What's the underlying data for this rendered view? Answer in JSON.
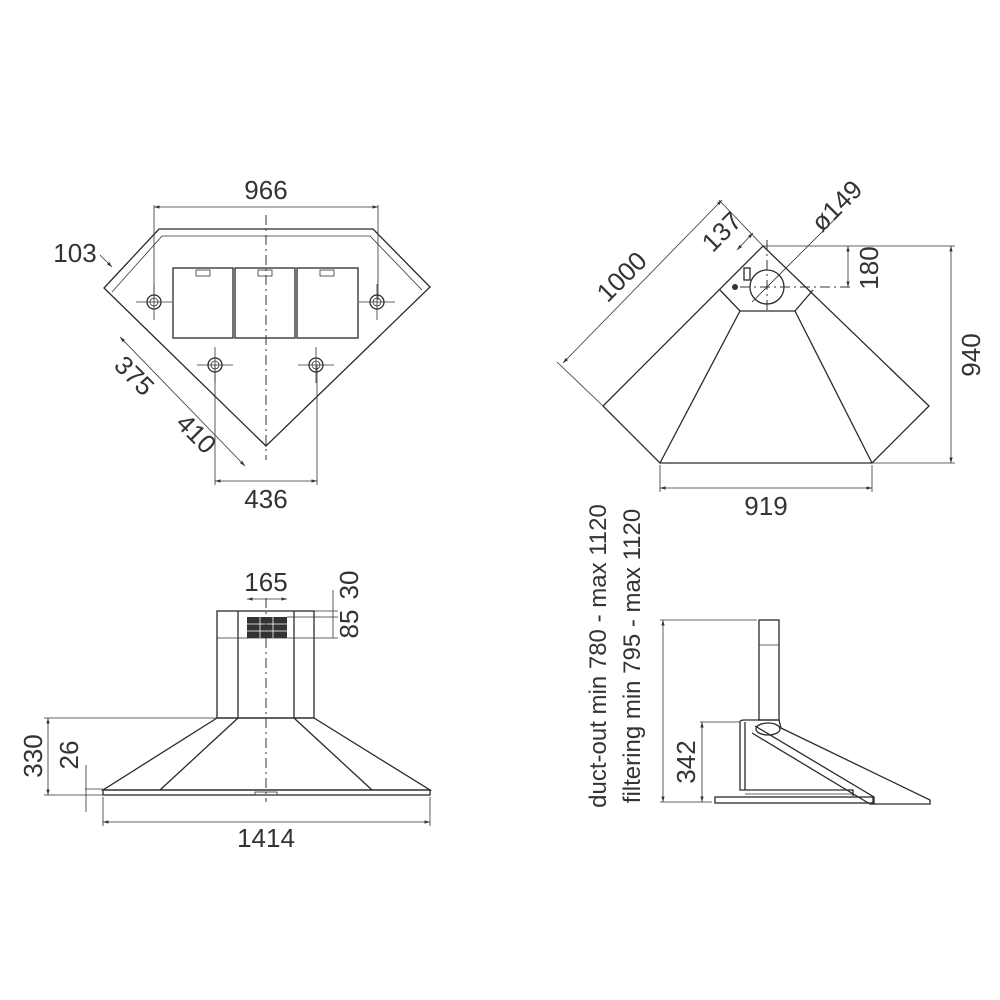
{
  "top_view_left": {
    "width_total": "966",
    "side_offset": "103",
    "hole_distance": "375",
    "apex_distance": "410",
    "bottom_width": "436"
  },
  "top_view_right": {
    "side_length": "1000",
    "outlet_offset": "137",
    "outlet_diameter": "ø149",
    "outlet_depth": "180",
    "depth_total": "940",
    "front_width": "919"
  },
  "front_view": {
    "grille_width": "165",
    "grille_top_offset": "30",
    "grille_height": "85",
    "hood_height": "330",
    "rim_height": "26",
    "width_total": "1414"
  },
  "side_view": {
    "duct_out_range": "duct-out min 780 - max 1120",
    "filtering_range": "filtering min 795 - max 1120",
    "hood_height": "342"
  },
  "colors": {
    "line": "#2a2a2a",
    "background": "#ffffff"
  }
}
